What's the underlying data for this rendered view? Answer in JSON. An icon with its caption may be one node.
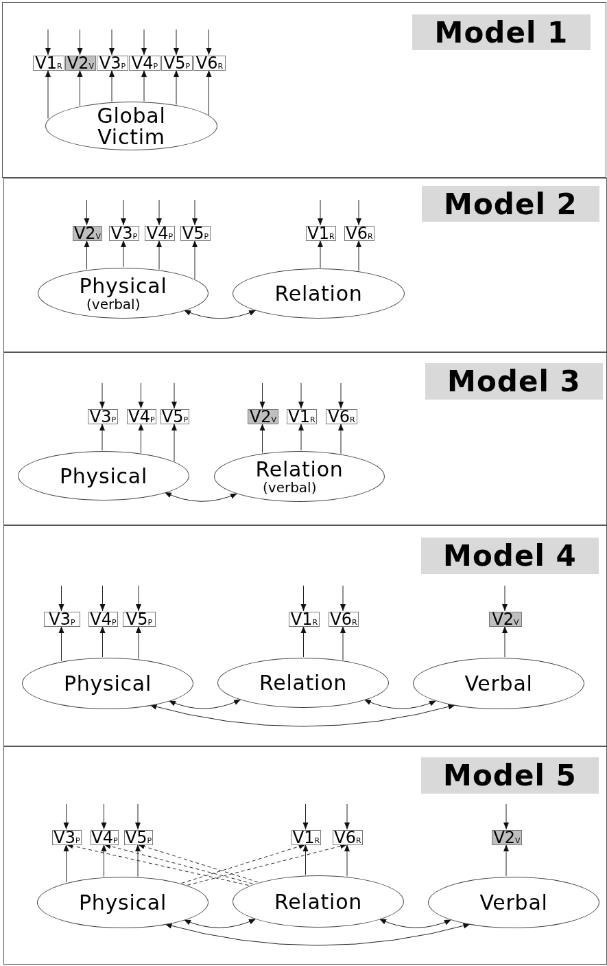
{
  "diagram": {
    "nodes": [
      {
        "text": [
          "Model 1"
        ]
      },
      {
        "text": [
          "V1$_{R}$"
        ],
        "in": 0
      },
      {
        "text": [
          "V2$_{V}$"
        ],
        "in": 0
      },
      {
        "text": [
          "V3$_{P}$"
        ],
        "in": 0
      },
      {
        "text": [
          "V4$_{P}$"
        ],
        "in": 0
      },
      {
        "text": [
          "V5$_{P}$"
        ],
        "in": 0
      },
      {
        "text": [
          "V6$_{R}$"
        ],
        "in": 0
      },
      {
        "text": [
          "Global Victim"
        ],
        "in": 0
      },
      {
        "text": [
          "Model 2"
        ]
      },
      {
        "text": [
          "V2$_{V}$"
        ],
        "in": 8
      },
      {
        "text": [
          "V3$_{P}$"
        ],
        "in": 8
      },
      {
        "text": [
          "V4$_{P}$"
        ],
        "in": 8
      },
      {
        "text": [
          "V5$_{P}$"
        ],
        "in": 8
      },
      {
        "text": [
          "V1$_{R}$"
        ],
        "in": 8
      },
      {
        "text": [
          "V6$_{R}$"
        ],
        "in": 8
      },
      {
        "text": [
          "Physical",
          "(verbal)"
        ],
        "in": 8
      },
      {
        "text": [
          "Relation"
        ],
        "in": 8
      },
      {
        "text": [
          "Model 3"
        ]
      },
      {
        "text": [
          "V3$_{P}$"
        ],
        "in": 17
      },
      {
        "text": [
          "V4$_{P}$"
        ],
        "in": 17
      },
      {
        "text": [
          "V5$_{P}$"
        ],
        "in": 17
      },
      {
        "text": [
          "V2$_{V}$"
        ],
        "in": 17
      },
      {
        "text": [
          "V1$_{R}$"
        ],
        "in": 17
      },
      {
        "text": [
          "V6$_{R}$"
        ],
        "in": 17
      },
      {
        "text": [
          "Physical"
        ],
        "in": 17
      },
      {
        "text": [
          "Relation",
          "(verbal)"
        ],
        "in": 17
      },
      {
        "text": [
          "Model 4"
        ]
      },
      {
        "text": [
          "V3$_{P}$"
        ],
        "in": 26
      },
      {
        "text": [
          "V4$_{P}$"
        ],
        "in": 26
      },
      {
        "text": [
          "V5$_{P}$"
        ],
        "in": 26
      },
      {
        "text": [
          "V1$_{R}$"
        ],
        "in": 26
      },
      {
        "text": [
          "V6$_{R}$"
        ],
        "in": 26
      },
      {
        "text": [
          "V2$_{V}$"
        ],
        "in": 26
      },
      {
        "text": [
          "Physical"
        ],
        "in": 26
      },
      {
        "text": [
          "Relation"
        ],
        "in": 26
      },
      {
        "text": [
          "Verbal"
        ],
        "in": 26
      },
      {
        "text": [
          "Model 5"
        ]
      },
      {
        "text": [
          "V3$_{P}$"
        ],
        "in": 36
      },
      {
        "text": [
          "V4$_{P}$"
        ],
        "in": 36
      },
      {
        "text": [
          "V5$_{P}$"
        ],
        "in": 36
      },
      {
        "text": [
          "V1$_{R}$"
        ],
        "in": 36
      },
      {
        "text": [
          "V6$_{R}$"
        ],
        "in": 36
      },
      {
        "text": [
          "V2$_{V}$"
        ],
        "in": 36
      },
      {
        "text": [
          "Physical"
        ],
        "in": 36
      },
      {
        "text": [
          "Relation"
        ],
        "in": 36
      },
      {
        "text": [
          "Verbal"
        ],
        "in": 36
      }
    ],
    "edges": [
      {
        "from": null,
        "to": 1,
        "arrow": "to"
      },
      {
        "from": null,
        "to": 2,
        "arrow": "to"
      },
      {
        "from": null,
        "to": 3,
        "arrow": "to"
      },
      {
        "from": null,
        "to": 4,
        "arrow": "to"
      },
      {
        "from": null,
        "to": 5,
        "arrow": "to"
      },
      {
        "from": null,
        "to": 6,
        "arrow": "to"
      },
      {
        "from": 7,
        "to": 1,
        "arrow": "to"
      },
      {
        "from": 7,
        "to": 2,
        "arrow": "to"
      },
      {
        "from": 7,
        "to": 3,
        "arrow": "to"
      },
      {
        "from": 7,
        "to": 4,
        "arrow": "to"
      },
      {
        "from": 7,
        "to": 5,
        "arrow": "to"
      },
      {
        "from": 7,
        "to": 6,
        "arrow": "to"
      },
      {
        "from": null,
        "to": 9,
        "arrow": "to"
      },
      {
        "from": null,
        "to": 10,
        "arrow": "to"
      },
      {
        "from": null,
        "to": 11,
        "arrow": "to"
      },
      {
        "from": null,
        "to": 12,
        "arrow": "to"
      },
      {
        "from": null,
        "to": 13,
        "arrow": "to"
      },
      {
        "from": null,
        "to": 14,
        "arrow": "to"
      },
      {
        "from": 15,
        "to": 9,
        "arrow": "to"
      },
      {
        "from": 15,
        "to": 10,
        "arrow": "to"
      },
      {
        "from": 15,
        "to": 11,
        "arrow": "to"
      },
      {
        "from": 15,
        "to": 12,
        "arrow": "to"
      },
      {
        "from": 16,
        "to": 13,
        "arrow": "to"
      },
      {
        "from": 16,
        "to": 14,
        "arrow": "to"
      },
      {
        "from": 15,
        "to": 16,
        "arrow": "both"
      },
      {
        "from": null,
        "to": 18,
        "arrow": "to"
      },
      {
        "from": null,
        "to": 19,
        "arrow": "to"
      },
      {
        "from": null,
        "to": 20,
        "arrow": "to"
      },
      {
        "from": null,
        "to": 21,
        "arrow": "to"
      },
      {
        "from": null,
        "to": 22,
        "arrow": "to"
      },
      {
        "from": null,
        "to": 23,
        "arrow": "to"
      },
      {
        "from": 24,
        "to": 18,
        "arrow": "to"
      },
      {
        "from": 24,
        "to": 19,
        "arrow": "to"
      },
      {
        "from": 24,
        "to": 20,
        "arrow": "to"
      },
      {
        "from": 25,
        "to": 21,
        "arrow": "to"
      },
      {
        "from": 25,
        "to": 22,
        "arrow": "to"
      },
      {
        "from": 25,
        "to": 23,
        "arrow": "to"
      },
      {
        "from": 24,
        "to": 25,
        "arrow": "both"
      },
      {
        "from": null,
        "to": 27,
        "arrow": "to"
      },
      {
        "from": null,
        "to": 28,
        "arrow": "to"
      },
      {
        "from": null,
        "to": 29,
        "arrow": "to"
      },
      {
        "from": null,
        "to": 30,
        "arrow": "to"
      },
      {
        "from": null,
        "to": 31,
        "arrow": "to"
      },
      {
        "from": null,
        "to": 32,
        "arrow": "to"
      },
      {
        "from": 33,
        "to": 27,
        "arrow": "to"
      },
      {
        "from": 33,
        "to": 28,
        "arrow": "to"
      },
      {
        "from": 33,
        "to": 29,
        "arrow": "to"
      },
      {
        "from": 34,
        "to": 30,
        "arrow": "to"
      },
      {
        "from": 34,
        "to": 31,
        "arrow": "to"
      },
      {
        "from": 35,
        "to": 32,
        "arrow": "to"
      },
      {
        "from": 33,
        "to": 34,
        "arrow": "both"
      },
      {
        "from": 34,
        "to": 35,
        "arrow": "both"
      },
      {
        "from": 33,
        "to": 35,
        "arrow": "both"
      },
      {
        "from": null,
        "to": 37,
        "arrow": "to"
      },
      {
        "from": null,
        "to": 38,
        "arrow": "to"
      },
      {
        "from": null,
        "to": 39,
        "arrow": "to"
      },
      {
        "from": null,
        "to": 40,
        "arrow": "to"
      },
      {
        "from": null,
        "to": 41,
        "arrow": "to"
      },
      {
        "from": null,
        "to": 42,
        "arrow": "to"
      },
      {
        "from": 43,
        "to": 37,
        "arrow": "to"
      },
      {
        "from": 43,
        "to": 38,
        "arrow": "to"
      },
      {
        "from": 43,
        "to": 39,
        "arrow": "to"
      },
      {
        "from": 44,
        "to": 40,
        "arrow": "to"
      },
      {
        "from": 44,
        "to": 41,
        "arrow": "to"
      },
      {
        "from": 45,
        "to": 42,
        "arrow": "to"
      },
      {
        "from": 44,
        "to": 37,
        "arrow": "to",
        "style": "dashed"
      },
      {
        "from": 44,
        "to": 38,
        "arrow": "to",
        "style": "dashed"
      },
      {
        "from": 44,
        "to": 39,
        "arrow": "to",
        "style": "dashed"
      },
      {
        "from": 43,
        "to": 40,
        "arrow": "to",
        "style": "dashed"
      },
      {
        "from": 43,
        "to": 41,
        "arrow": "to",
        "style": "dashed"
      },
      {
        "from": 43,
        "to": 44,
        "arrow": "both"
      },
      {
        "from": 44,
        "to": 45,
        "arrow": "both"
      },
      {
        "from": 43,
        "to": 45,
        "arrow": "both"
      }
    ]
  }
}
